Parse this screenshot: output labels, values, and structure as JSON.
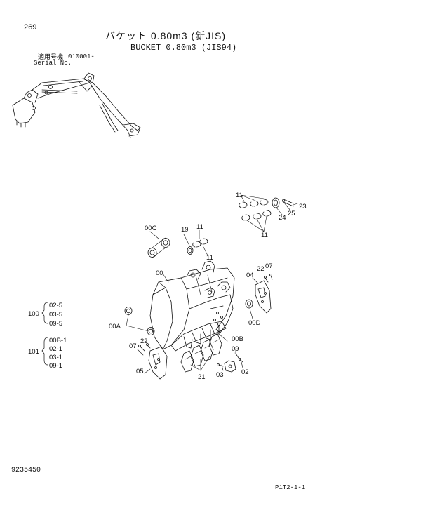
{
  "header": {
    "page_number": "269",
    "title_jp": "バケット 0.80m3 (新JIS)",
    "title_en": "BUCKET 0.80m3 (JIS94)",
    "serial_label_jp": "適用号機",
    "serial_value": "010001-",
    "serial_label_en": "Serial No."
  },
  "footer": {
    "document_number": "9235450",
    "page_code": "P1T2-1-1"
  },
  "callouts": {
    "c11a": "11",
    "c11b": "11",
    "c11c": "11",
    "c11d": "11",
    "c23": "23",
    "c24": "24",
    "c25": "25",
    "c00c": "00C",
    "c19": "19",
    "c00": "00",
    "c04": "04",
    "c22a": "22",
    "c07a": "07",
    "c00d": "00D",
    "c00a": "00A",
    "c07b": "07",
    "c22b": "22",
    "c05": "05",
    "c21": "21",
    "c00b": "00B",
    "c09": "09",
    "c03": "03",
    "c02": "02"
  },
  "groups": {
    "g100": {
      "parent": "100",
      "items": [
        "02-5",
        "03-5",
        "09-5"
      ]
    },
    "g101": {
      "parent": "101",
      "items": [
        "00B-1",
        "02-1",
        "03-1",
        "09-1"
      ]
    }
  }
}
